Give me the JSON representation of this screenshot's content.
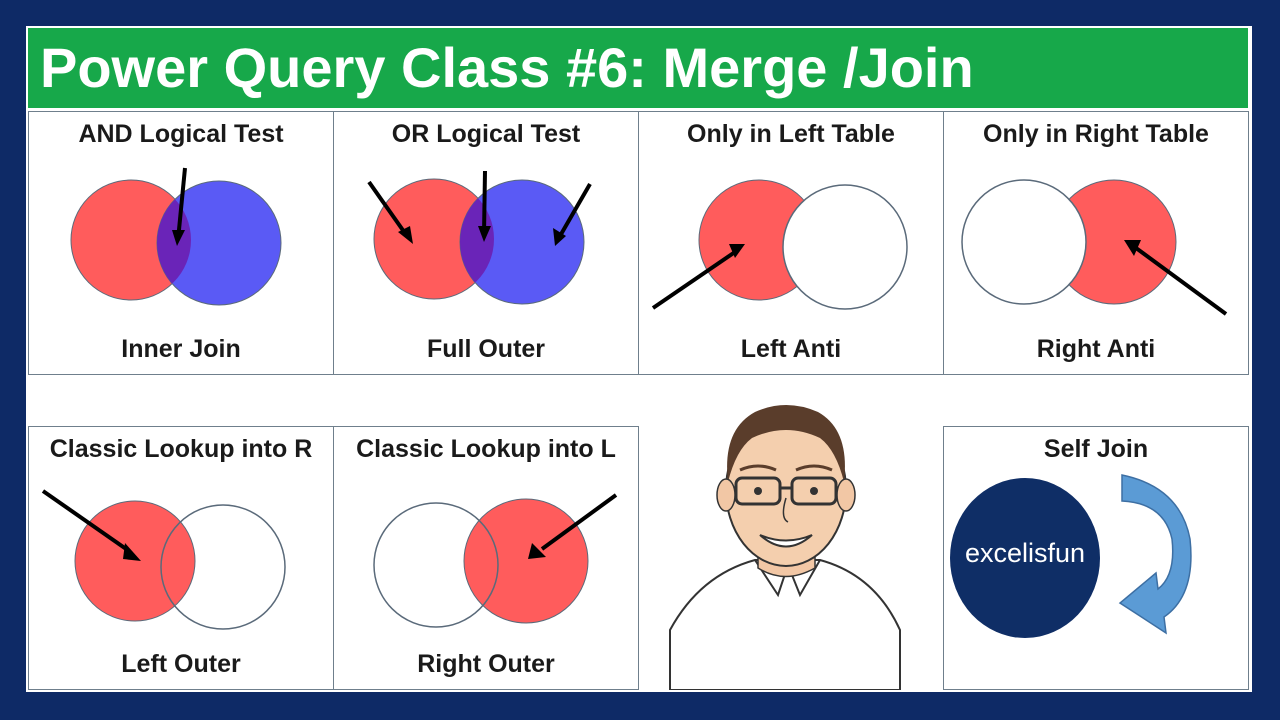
{
  "title": "Power Query Class #6: Merge /Join",
  "panels": {
    "inner_join": {
      "heading": "AND Logical Test",
      "caption": "Inner Join"
    },
    "full_outer": {
      "heading": "OR Logical Test",
      "caption": "Full Outer"
    },
    "left_anti": {
      "heading": "Only in Left Table",
      "caption": "Left Anti"
    },
    "right_anti": {
      "heading": "Only in Right Table",
      "caption": "Right Anti"
    },
    "left_outer": {
      "heading": "Classic Lookup into R",
      "caption": "Left Outer"
    },
    "right_outer": {
      "heading": "Classic Lookup into L",
      "caption": "Right Outer"
    },
    "self_join": {
      "heading": "Self Join",
      "brand": "excelisfun"
    }
  },
  "colors": {
    "frame": "#0e2a66",
    "title_bar": "#17a84a",
    "red": "#ff5c5c",
    "blue": "#5a5af5",
    "overlap_purple": "#6a24b8",
    "arrow_swoosh": "#5b9bd5",
    "brand_circle": "#0f2e66"
  },
  "icons": [
    "venn-diagram-icon",
    "arrow-icon",
    "person-illustration",
    "curved-arrow-icon"
  ]
}
